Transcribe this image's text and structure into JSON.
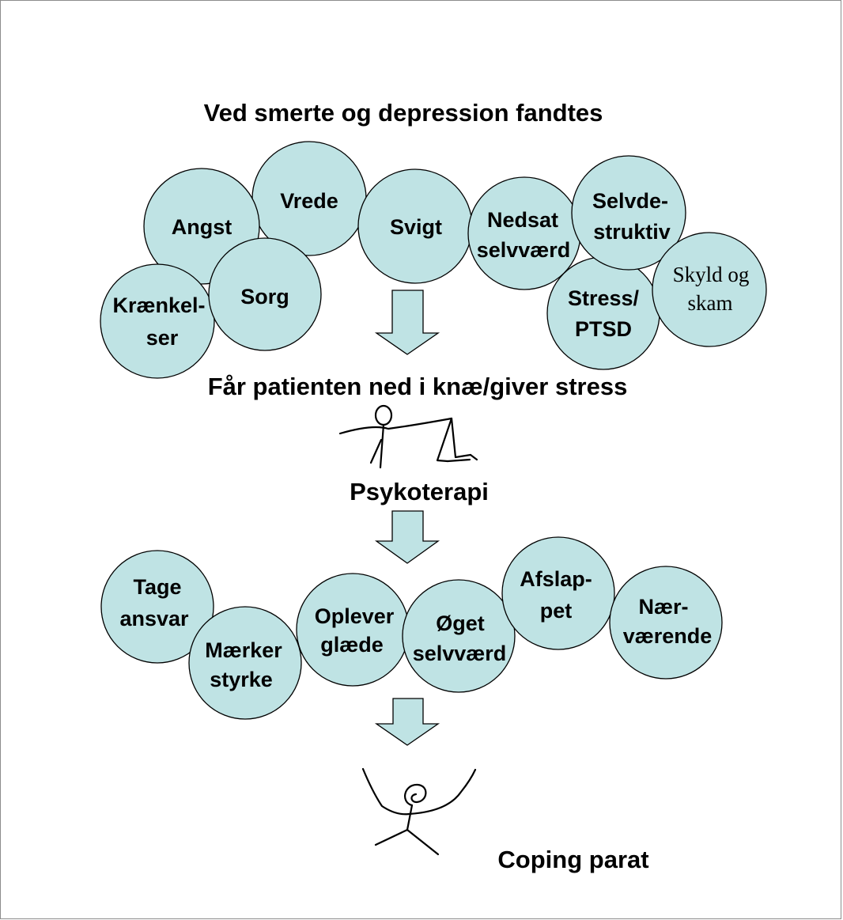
{
  "headings": {
    "top": "Ved smerte og depression fandtes",
    "middle": "Får patienten ned i knæ/giver stress",
    "therapy": "Psykoterapi",
    "bottom": "Coping parat"
  },
  "problem_bubbles": [
    {
      "id": "angst",
      "lines": [
        "Angst"
      ]
    },
    {
      "id": "vrede",
      "lines": [
        "Vrede"
      ]
    },
    {
      "id": "svigt",
      "lines": [
        "Svigt"
      ]
    },
    {
      "id": "nedsat-selvvaerd",
      "lines": [
        "Nedsat",
        "selvværd"
      ]
    },
    {
      "id": "selvdestruktiv",
      "lines": [
        "Selvde-",
        "struktiv"
      ]
    },
    {
      "id": "sorg",
      "lines": [
        "Sorg"
      ]
    },
    {
      "id": "kraenkelser",
      "lines": [
        "Krænkel-",
        "ser"
      ]
    },
    {
      "id": "stress-ptsd",
      "lines": [
        "Stress/",
        "PTSD"
      ]
    },
    {
      "id": "skyld-og-skam",
      "lines": [
        "Skyld og",
        "skam"
      ]
    }
  ],
  "outcome_bubbles": [
    {
      "id": "tage-ansvar",
      "lines": [
        "Tage",
        "ansvar"
      ]
    },
    {
      "id": "maerker-styrke",
      "lines": [
        "Mærker",
        "styrke"
      ]
    },
    {
      "id": "oplever-glaede",
      "lines": [
        "Oplever",
        "glæde"
      ]
    },
    {
      "id": "oget-selvvaerd",
      "lines": [
        "Øget",
        "selvværd"
      ]
    },
    {
      "id": "afslappet",
      "lines": [
        "Afslap-",
        "pet"
      ]
    },
    {
      "id": "naervaerende",
      "lines": [
        "Nær-",
        "værende"
      ]
    }
  ],
  "colors": {
    "bubble_fill": "#bfe3e4",
    "outline": "#000000",
    "slide_border": "#8c8c8c"
  },
  "icons": [
    "kneeling-figure-icon",
    "cheering-figure-icon",
    "down-arrow-icon"
  ]
}
